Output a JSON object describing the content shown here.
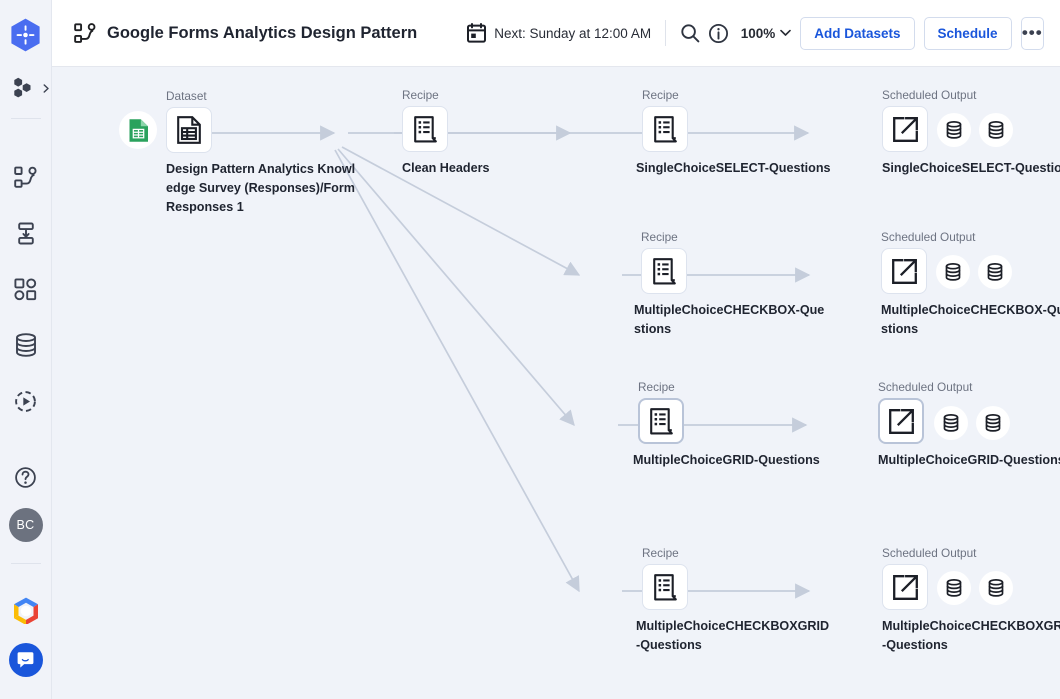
{
  "rail": {
    "logo": {
      "name": "app-logo-hexagon",
      "color": "#4a6df0"
    },
    "items": [
      {
        "id": "workspace-switcher",
        "icon": "hexagon-cluster-icon",
        "label": "Workspace"
      },
      {
        "id": "flows",
        "icon": "flow-graph-icon",
        "label": "Flows"
      },
      {
        "id": "jobs",
        "icon": "jobs-transfer-icon",
        "label": "Jobs"
      },
      {
        "id": "plans",
        "icon": "grid-shapes-icon",
        "label": "Plans"
      },
      {
        "id": "datasets",
        "icon": "database-icon",
        "label": "Datasets"
      },
      {
        "id": "run-history",
        "icon": "play-circle-dashed-icon",
        "label": "Run History"
      },
      {
        "id": "help",
        "icon": "question-circle-icon",
        "label": "Help"
      }
    ],
    "avatar_initials": "BC",
    "cloud_icon": "google-cloud-icon",
    "chat_icon": "chat-bubble-icon"
  },
  "header": {
    "flow_icon": "flow-graph-icon",
    "title": "Google Forms Analytics Design Pattern",
    "calendar_icon": "calendar-icon",
    "schedule_text": "Next: Sunday at 12:00 AM",
    "search_icon": "search-icon",
    "info_icon": "info-icon",
    "zoom_level": "100%",
    "zoom_caret_icon": "chevron-down-icon",
    "add_datasets_label": "Add Datasets",
    "schedule_label": "Schedule",
    "more_label": "•••",
    "accent_color": "#1a56db"
  },
  "canvas": {
    "background": "#f0f3f9",
    "edge_color": "#c5cddb",
    "kind_dataset": "Dataset",
    "kind_recipe": "Recipe",
    "kind_output": "Scheduled Output",
    "nodes": {
      "source_dataset": {
        "kind": "Dataset",
        "label": "Design Pattern Analytics Knowl\nedge Survey (Responses)/Form\nResponses 1",
        "icon": "spreadsheet-file-icon",
        "badge_icon": "google-sheets-icon",
        "badge_color": "#2aa25d"
      },
      "clean_headers": {
        "kind": "Recipe",
        "label": "Clean Headers",
        "icon": "recipe-icon"
      },
      "recipe_1": {
        "kind": "Recipe",
        "label": "SingleChoiceSELECT-Questions",
        "icon": "recipe-icon"
      },
      "output_1": {
        "kind": "Scheduled Output",
        "label": "SingleChoiceSELECT-Questions",
        "icon": "scheduled-output-arrow-icon",
        "chips": [
          "database-icon",
          "database-icon"
        ]
      },
      "recipe_2": {
        "kind": "Recipe",
        "label": "MultipleChoiceCHECKBOX-Que\nstions",
        "icon": "recipe-icon"
      },
      "output_2": {
        "kind": "Scheduled Output",
        "label": "MultipleChoiceCHECKBOX-Que\nstions",
        "icon": "scheduled-output-arrow-icon",
        "chips": [
          "database-icon",
          "database-icon"
        ]
      },
      "recipe_3": {
        "kind": "Recipe",
        "label": "MultipleChoiceGRID-Questions",
        "icon": "recipe-icon"
      },
      "output_3": {
        "kind": "Scheduled Output",
        "label": "MultipleChoiceGRID-Questions",
        "icon": "scheduled-output-arrow-icon",
        "chips": [
          "database-icon",
          "database-icon"
        ]
      },
      "recipe_4": {
        "kind": "Recipe",
        "label": "MultipleChoiceCHECKBOXGRID\n-Questions",
        "icon": "recipe-icon"
      },
      "output_4": {
        "kind": "Scheduled Output",
        "label": "MultipleChoiceCHECKBOXGRID\n-Questions",
        "icon": "scheduled-output-arrow-icon",
        "chips": [
          "database-icon",
          "database-icon"
        ]
      }
    }
  }
}
